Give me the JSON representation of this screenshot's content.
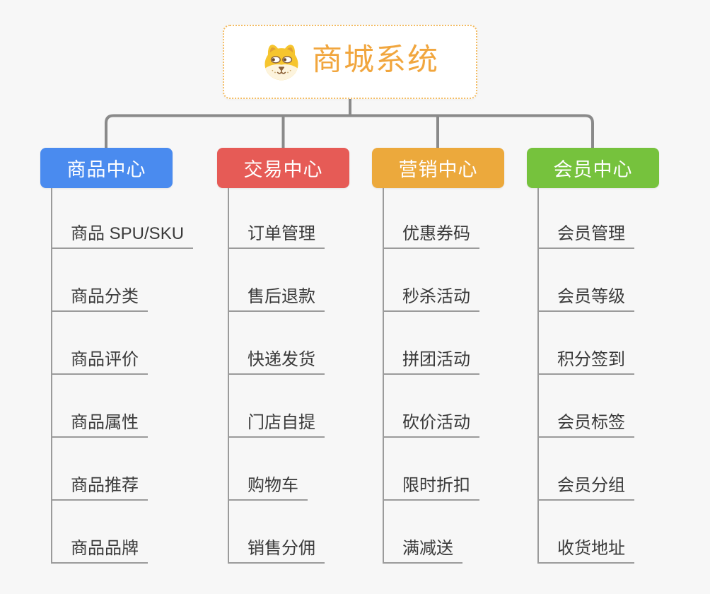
{
  "page": {
    "background_color": "#f7f7f7"
  },
  "root": {
    "title": "商城系统",
    "icon": "dog-face-icon",
    "accent_color": "#f1a63e",
    "border_color": "#f3bc63"
  },
  "branches": [
    {
      "label": "商品中心",
      "color": "#4a8bef",
      "children": [
        "商品 SPU/SKU",
        "商品分类",
        "商品评价",
        "商品属性",
        "商品推荐",
        "商品品牌"
      ]
    },
    {
      "label": "交易中心",
      "color": "#e65b56",
      "children": [
        "订单管理",
        "售后退款",
        "快递发货",
        "门店自提",
        "购物车",
        "销售分佣"
      ]
    },
    {
      "label": "营销中心",
      "color": "#eca93c",
      "children": [
        "优惠券码",
        "秒杀活动",
        "拼团活动",
        "砍价活动",
        "限时折扣",
        "满减送"
      ]
    },
    {
      "label": "会员中心",
      "color": "#76c23d",
      "children": [
        "会员管理",
        "会员等级",
        "积分签到",
        "会员标签",
        "会员分组",
        "收货地址"
      ]
    }
  ],
  "connector_color": "#8a8a8a",
  "child_line_color": "#9b9b9b",
  "child_text_color": "#3a3a3a"
}
